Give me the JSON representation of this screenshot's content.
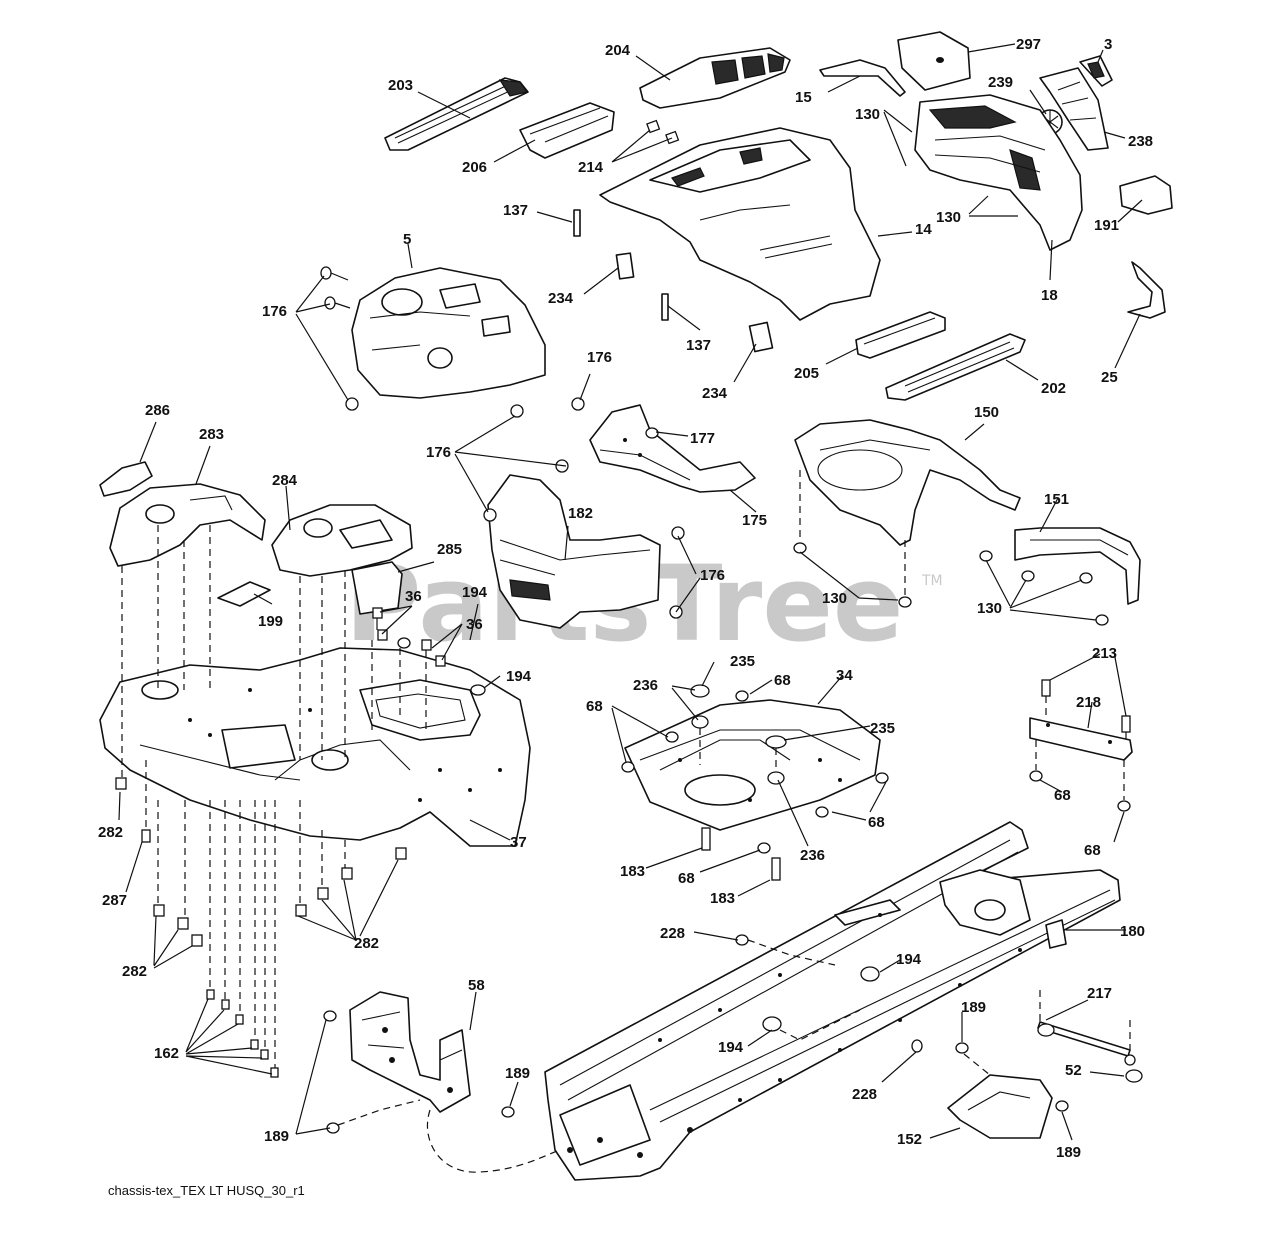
{
  "diagram": {
    "caption": "chassis-tex_TEX LT HUSQ_30_r1",
    "watermark": "PartsTree",
    "trademark": "TM"
  },
  "callouts": [
    "203",
    "204",
    "297",
    "3",
    "15",
    "239",
    "130",
    "238",
    "206",
    "214",
    "137",
    "130",
    "5",
    "14",
    "191",
    "18",
    "176",
    "234",
    "137",
    "176",
    "205",
    "202",
    "25",
    "234",
    "286",
    "283",
    "177",
    "150",
    "176",
    "284",
    "175",
    "182",
    "151",
    "285",
    "176",
    "194",
    "36",
    "130",
    "130",
    "199",
    "36",
    "235",
    "194",
    "68",
    "236",
    "34",
    "68",
    "235",
    "213",
    "218",
    "68",
    "68",
    "282",
    "37",
    "236",
    "68",
    "287",
    "183",
    "68",
    "183",
    "180",
    "228",
    "194",
    "282",
    "282",
    "58",
    "189",
    "217",
    "162",
    "194",
    "189",
    "52",
    "228",
    "189",
    "152",
    "189"
  ]
}
